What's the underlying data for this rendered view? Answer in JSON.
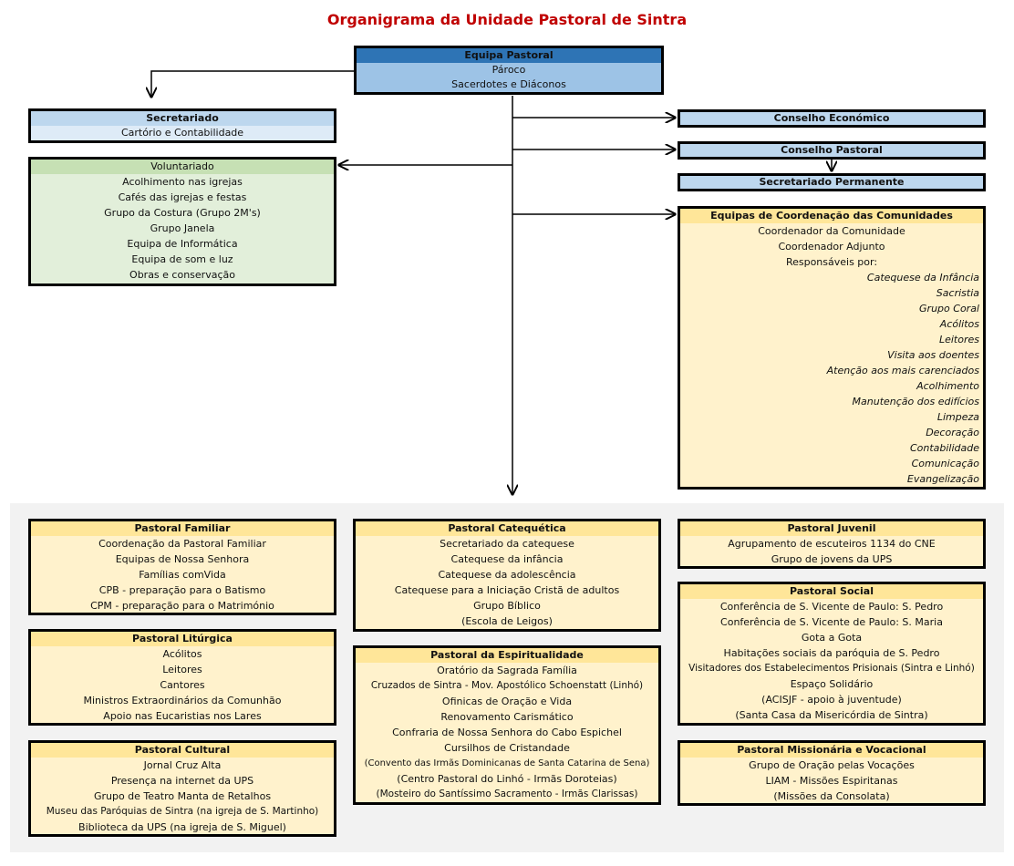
{
  "title": "Organigrama da Unidade Pastoral de Sintra",
  "colors": {
    "title": "#c00000",
    "blue_header": "#2e74b5",
    "blue_body": "#9dc3e6",
    "light_blue": "#bdd7ee",
    "green_header": "#c6e0b4",
    "green_body": "#e2efda",
    "yellow_header": "#ffe699",
    "yellow_body": "#fff2cc"
  },
  "equipa_pastoral": {
    "header": "Equipa Pastoral",
    "items": [
      "Pároco",
      "Sacerdotes e Diáconos"
    ]
  },
  "secretariado": {
    "header": "Secretariado",
    "items": [
      "Cartório e Contabilidade"
    ]
  },
  "voluntariado": {
    "header": "Voluntariado",
    "items": [
      "Acolhimento nas igrejas",
      "Cafés das igrejas e festas",
      "Grupo da Costura (Grupo 2M's)",
      "Grupo Janela",
      "Equipa de Informática",
      "Equipa de som e luz",
      "Obras e conservação"
    ]
  },
  "conselho_economico": {
    "header": "Conselho Económico"
  },
  "conselho_pastoral": {
    "header": "Conselho Pastoral"
  },
  "secretariado_permanente": {
    "header": "Secretariado Permanente"
  },
  "equipas_coordenacao": {
    "header": "Equipas de Coordenação das Comunidades",
    "items": [
      "Coordenador da Comunidade",
      "Coordenador Adjunto",
      "Responsáveis por:"
    ],
    "responsaveis": [
      "Catequese da Infância",
      "Sacristia",
      "Grupo Coral",
      "Acólitos",
      "Leitores",
      "Visita aos doentes",
      "Atenção aos mais carenciados",
      "Acolhimento",
      "Manutenção dos edifícios",
      "Limpeza",
      "Decoração",
      "Contabilidade",
      "Comunicação",
      "Evangelização"
    ]
  },
  "pastorais": {
    "familiar": {
      "header": "Pastoral Familiar",
      "items": [
        "Coordenação da Pastoral Familiar",
        "Equipas de Nossa Senhora",
        "Famílias comVida",
        "CPB - preparação para o Batismo",
        "CPM - preparação para o Matrimónio"
      ]
    },
    "liturgica": {
      "header": "Pastoral Litúrgica",
      "items": [
        "Acólitos",
        "Leitores",
        "Cantores",
        "Ministros Extraordinários da Comunhão",
        "Apoio nas Eucaristias nos Lares"
      ]
    },
    "cultural": {
      "header": "Pastoral Cultural",
      "items": [
        "Jornal Cruz Alta",
        "Presença na internet da UPS",
        "Grupo de Teatro Manta de Retalhos",
        "Museu das Paróquias de Sintra (na igreja de S. Martinho)",
        "Biblioteca da UPS (na igreja de S. Miguel)"
      ]
    },
    "catequetica": {
      "header": "Pastoral Catequética",
      "items": [
        "Secretariado da catequese",
        "Catequese da infância",
        "Catequese da adolescência",
        "Catequese para a Iniciação Cristã de adultos",
        "Grupo  Bíblico",
        "(Escola de Leigos)"
      ]
    },
    "espiritualidade": {
      "header": "Pastoral da Espiritualidade",
      "items": [
        "Oratório da Sagrada Família",
        "Cruzados de Sintra - Mov. Apostólico Schoenstatt (Linhó)",
        "Ofinicas de Oração e Vida",
        "Renovamento Carismático",
        "Confraria de Nossa Senhora do Cabo Espichel",
        "Cursilhos de Cristandade",
        "(Convento das Irmãs Dominicanas de Santa Catarina de Sena)",
        "(Centro Pastoral do Linhó - Irmãs Doroteias)",
        "(Mosteiro do Santíssimo Sacramento - Irmãs Clarissas)"
      ]
    },
    "juvenil": {
      "header": "Pastoral Juvenil",
      "items": [
        "Agrupamento de escuteiros 1134 do CNE",
        "Grupo de jovens da UPS"
      ]
    },
    "social": {
      "header": "Pastoral Social",
      "items": [
        "Conferência de S. Vicente de Paulo: S. Pedro",
        "Conferência de S. Vicente de Paulo: S. Maria",
        "Gota a Gota",
        "Habitações sociais da paróquia de S. Pedro",
        "Visitadores dos Estabelecimentos Prisionais (Sintra e Linhó)",
        "Espaço Solidário",
        "(ACISJF - apoio à juventude)",
        "(Santa Casa da Misericórdia de Sintra)"
      ]
    },
    "missionaria": {
      "header": "Pastoral Missionária e Vocacional",
      "items": [
        "Grupo de Oração pelas Vocações",
        "LIAM - Missões Espiritanas",
        "(Missões da Consolata)"
      ]
    }
  }
}
